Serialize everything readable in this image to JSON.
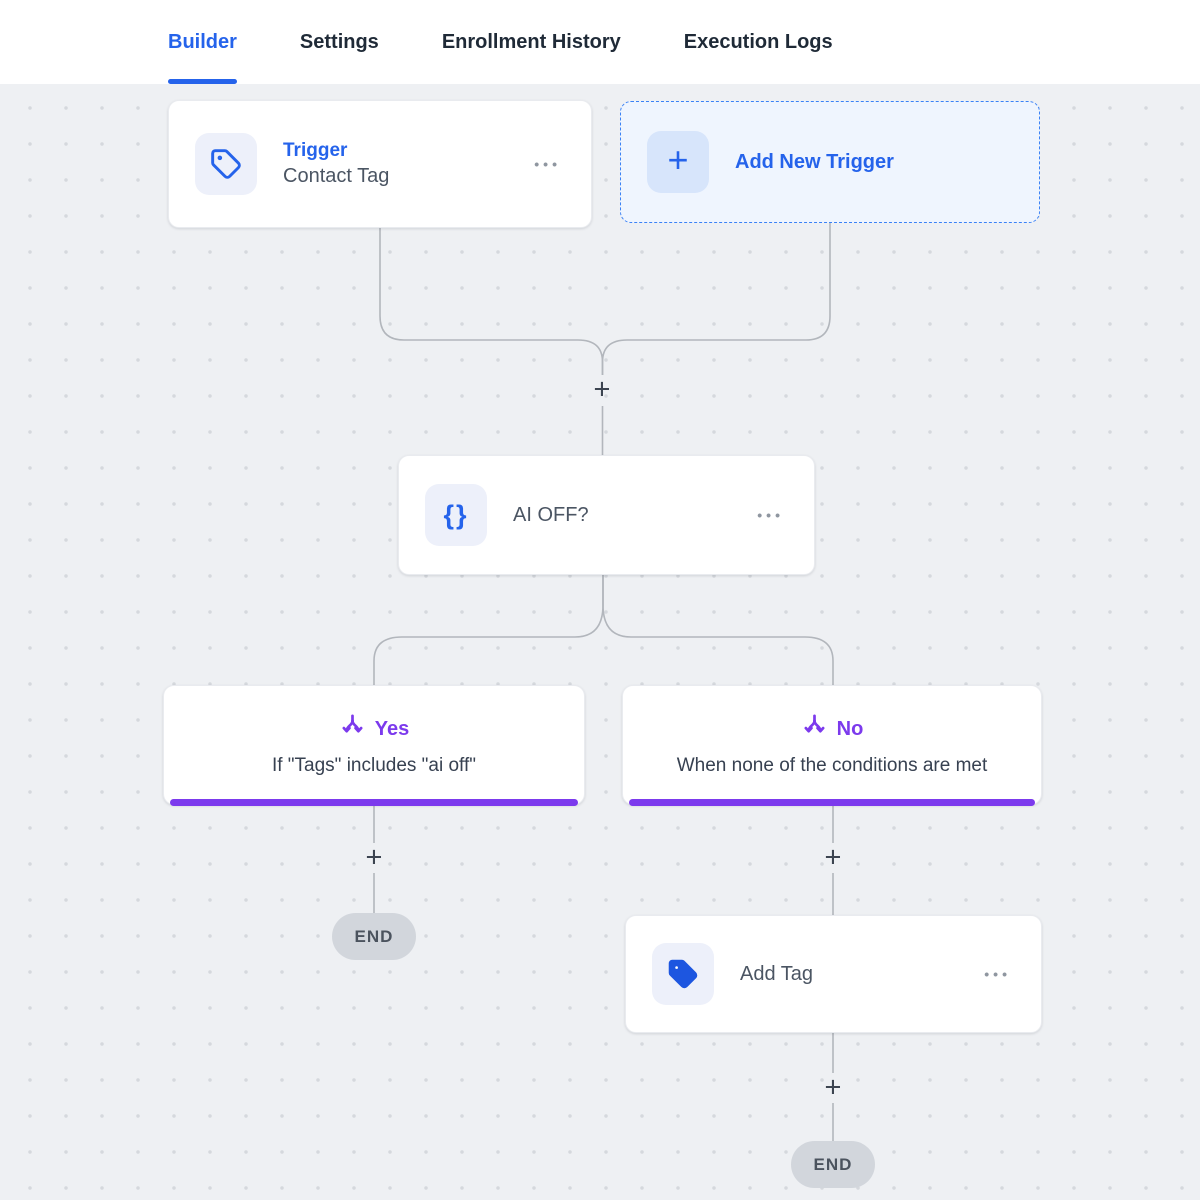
{
  "nav": {
    "tabs": [
      {
        "label": "Builder",
        "active": true
      },
      {
        "label": "Settings",
        "active": false
      },
      {
        "label": "Enrollment History",
        "active": false
      },
      {
        "label": "Execution Logs",
        "active": false
      }
    ]
  },
  "glyphs": {
    "plus": "+",
    "ellipsis": "•••",
    "braces": "{}"
  },
  "nodes": {
    "trigger": {
      "title": "Trigger",
      "subtitle": "Contact Tag"
    },
    "add_new_trigger": {
      "label": "Add New Trigger"
    },
    "condition": {
      "label": "AI OFF?"
    },
    "branch_yes": {
      "title": "Yes",
      "subtitle": "If \"Tags\" includes \"ai off\""
    },
    "branch_no": {
      "title": "No",
      "subtitle": "When none of the conditions are met"
    },
    "add_tag": {
      "label": "Add Tag"
    },
    "end_yes": {
      "label": "END"
    },
    "end_no": {
      "label": "END"
    }
  },
  "colors": {
    "accent_blue": "#2563eb",
    "branch_purple": "#7c3aed",
    "canvas_background": "#eef0f3",
    "connector_gray": "#b2b6bc",
    "end_pill_gray": "#d2d6dc"
  }
}
